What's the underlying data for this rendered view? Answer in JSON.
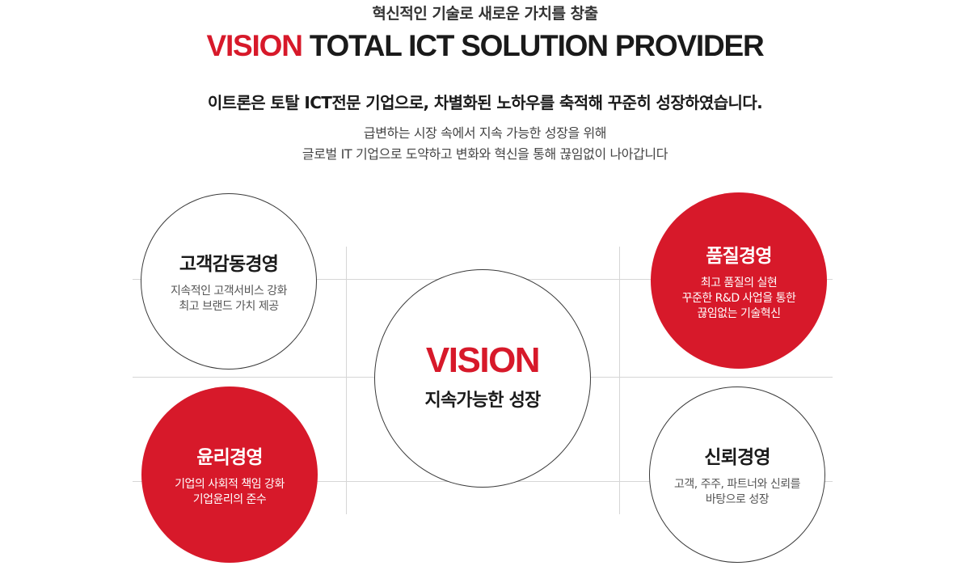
{
  "header": {
    "eyebrow": "혁신적인 기술로 새로운 가치를 창출",
    "headline_accent": "VISION",
    "headline_rest": "TOTAL ICT SOLUTION PROVIDER",
    "lead": "이트론은 토탈 ICT전문 기업으로, 차별화된 노하우를 축적해 꾸준히 성장하였습니다.",
    "desc_lines": [
      "급변하는 시장 속에서 지속 가능한 성장을 위해",
      "글로벌 IT 기업으로 도약하고 변화와 혁신을 통해 끊임없이 나아갑니다"
    ]
  },
  "center": {
    "title": "VISION",
    "subtitle": "지속가능한 성장"
  },
  "values": [
    {
      "title": "고객감동경영",
      "lines": [
        "지속적인 고객서비스 강화",
        "최고 브랜드 가치 제공"
      ]
    },
    {
      "title": "품질경영",
      "lines": [
        "최고 품질의 실현",
        "꾸준한 R&D 사업을 통한",
        "끊임없는 기술혁신"
      ]
    },
    {
      "title": "윤리경영",
      "lines": [
        "기업의 사회적 책임 강화",
        "기업윤리의 준수"
      ]
    },
    {
      "title": "신뢰경영",
      "lines": [
        "고객, 주주, 파트너와 신뢰를",
        "바탕으로 성장"
      ]
    }
  ],
  "colors": {
    "accent": "#d7192a",
    "text": "#1a1a1a",
    "line": "#d6d6d6"
  }
}
